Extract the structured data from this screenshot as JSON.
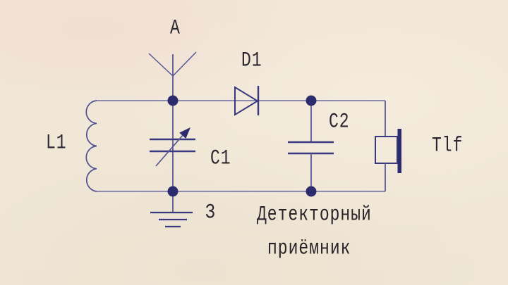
{
  "schematic": {
    "labels": {
      "antenna": "A",
      "diode": "D1",
      "variable_capacitor": "C1",
      "capacitor": "C2",
      "inductor": "L1",
      "earphone": "Tlf",
      "ground": "З"
    },
    "caption": {
      "line1": "Детекторный",
      "line2": "приёмник"
    },
    "colors": {
      "paper": "#f0e7d7",
      "wire": "#5c5b9b",
      "component_stroke": "#3a3980",
      "solid_fill": "#2c2b6d",
      "text": "#2b2630"
    }
  }
}
